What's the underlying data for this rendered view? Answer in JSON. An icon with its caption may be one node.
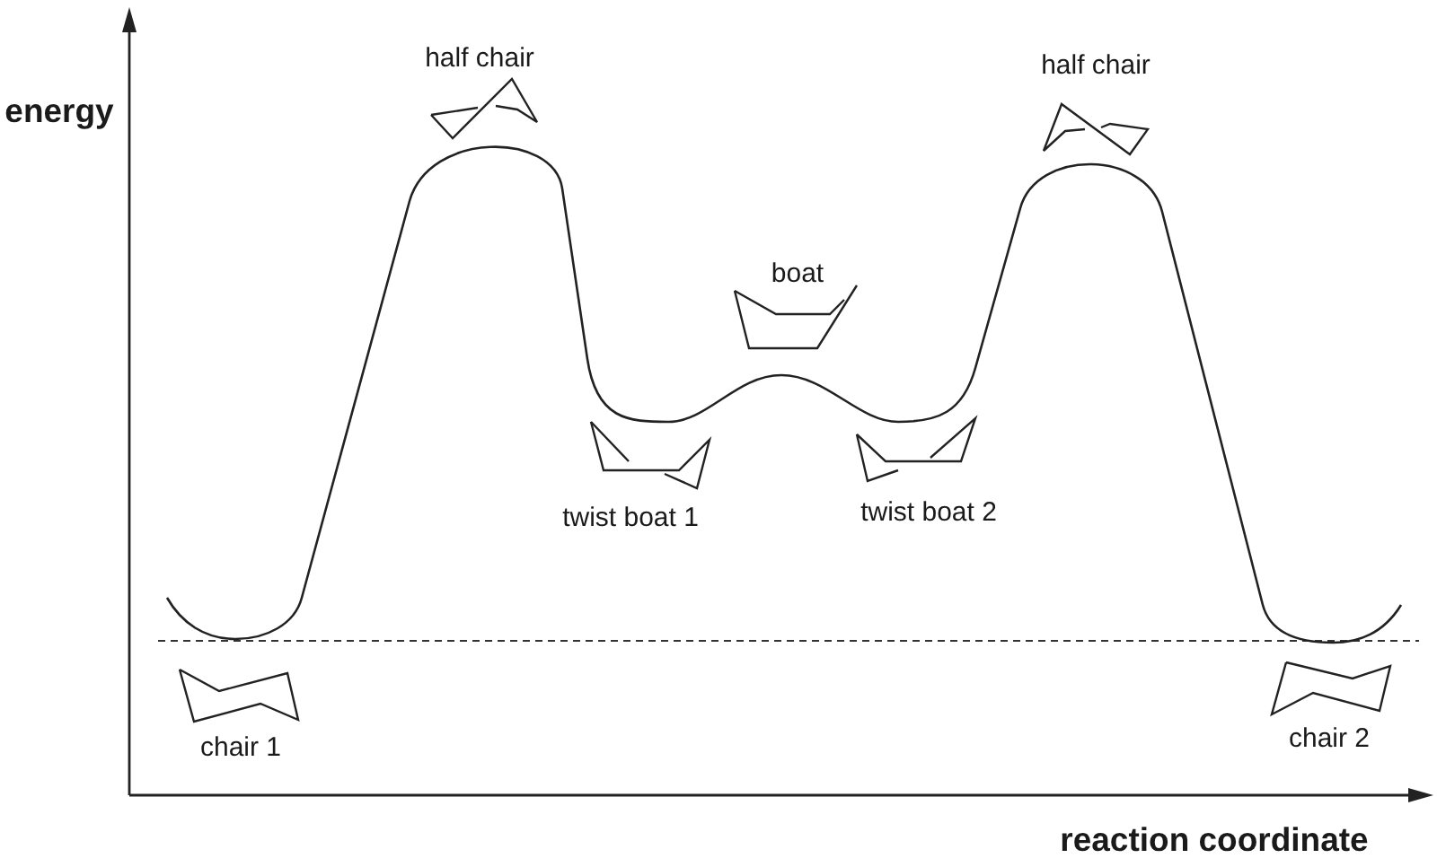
{
  "diagram": {
    "labels": [
      "half chair",
      "half chair",
      "energy",
      "boat",
      "twist boat 1",
      "twist boat 2",
      "chair 1",
      "chair 2",
      "reaction coordinate"
    ]
  }
}
